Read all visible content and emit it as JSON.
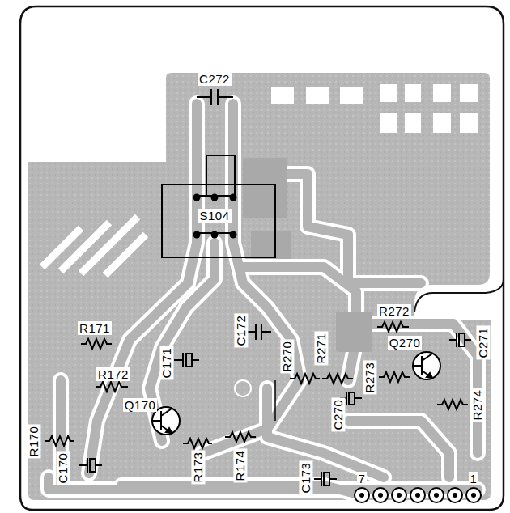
{
  "diagram": {
    "labels": [
      "C272",
      "S104",
      "C172",
      "R171",
      "R172",
      "C171",
      "R270",
      "R271",
      "R272",
      "Q270",
      "C271",
      "R273",
      "C270",
      "R274",
      "Q170",
      "R173",
      "R174",
      "C170",
      "R170",
      "C173",
      "7",
      "1"
    ]
  }
}
